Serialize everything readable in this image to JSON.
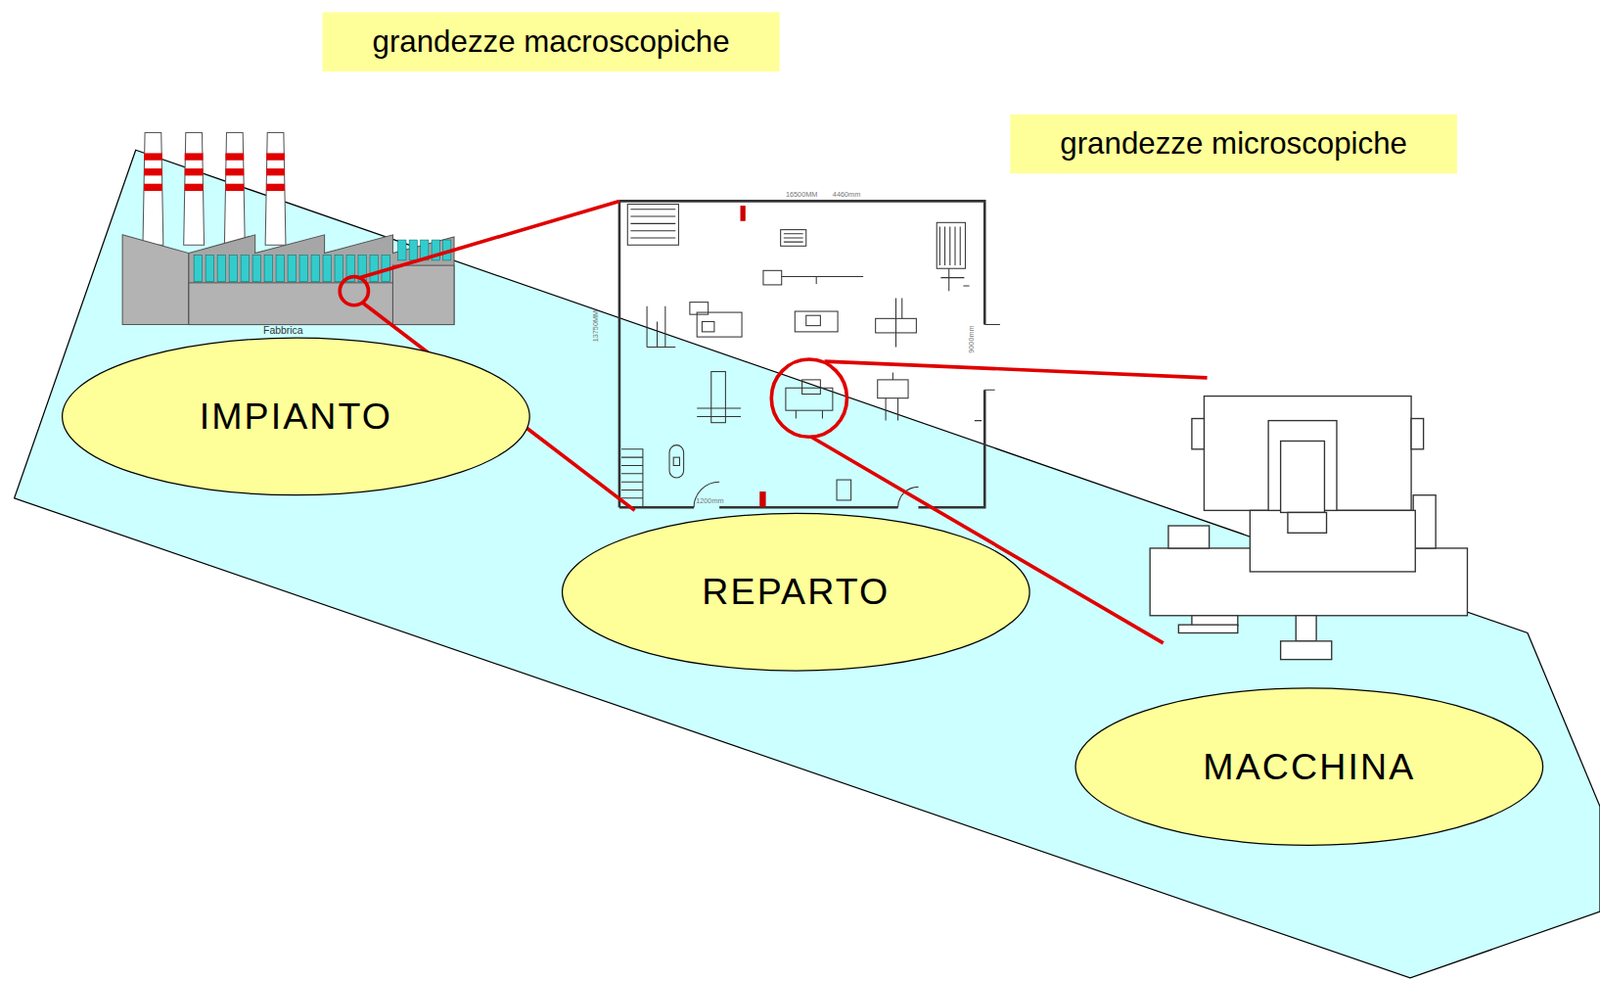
{
  "diagram": {
    "nodes": [
      {
        "text": [
          "grandezze macroscopiche"
        ]
      },
      {
        "text": [
          "grandezze microscopiche"
        ]
      },
      {
        "text": [
          "IMPIANTO"
        ]
      },
      {
        "text": [
          "REPARTO"
        ]
      },
      {
        "text": [
          "MACCHINA"
        ]
      }
    ],
    "labels": [
      "Fabbrica",
      "16500MM",
      "4460mm",
      "13750MM",
      "9000mm",
      "1200mm"
    ]
  }
}
